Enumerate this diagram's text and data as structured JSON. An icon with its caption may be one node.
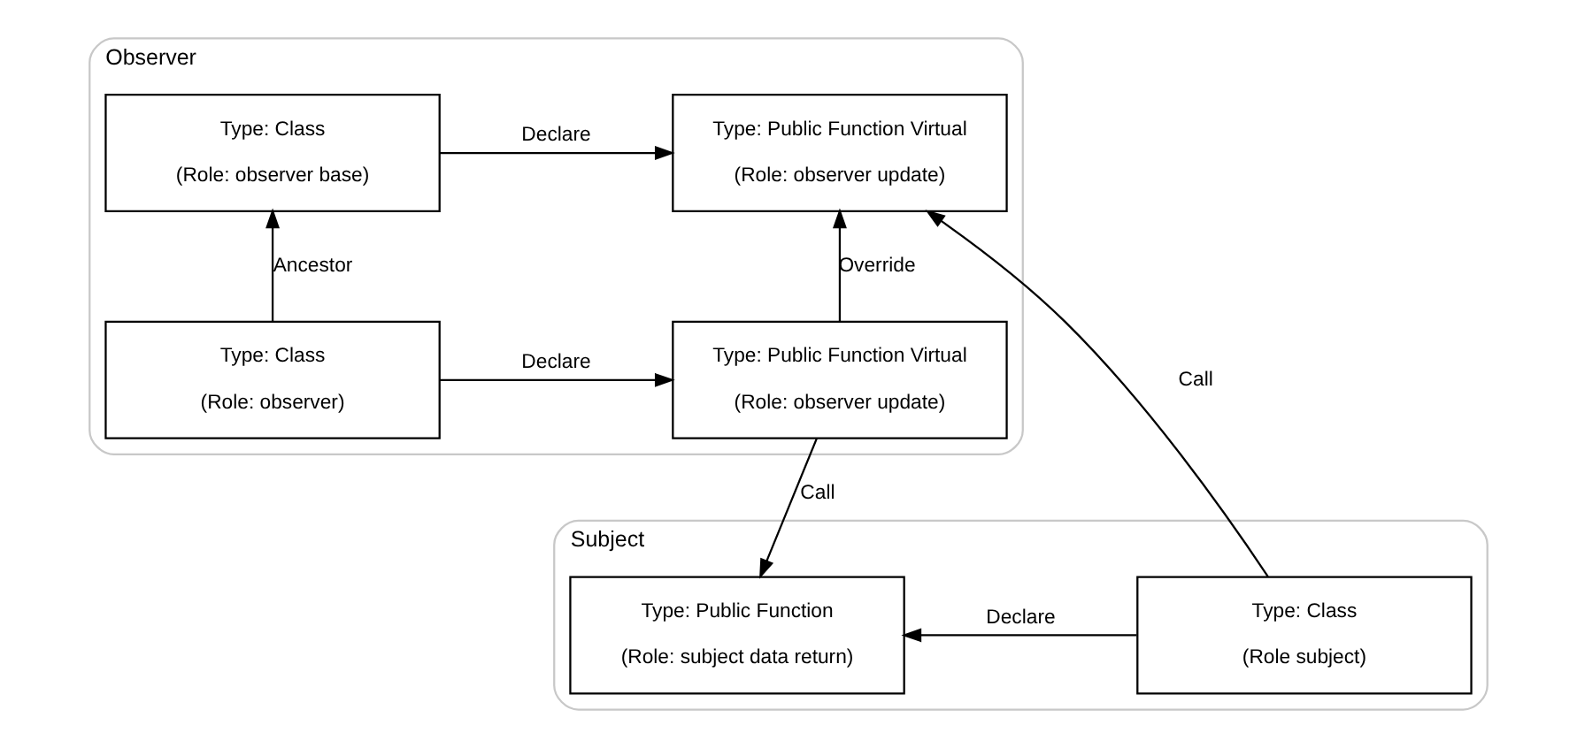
{
  "diagram": {
    "nodes": [
      {
        "text": [
          "Observer"
        ]
      },
      {
        "text": [
          "Type: Class",
          "(Role: observer base)"
        ],
        "in": 0
      },
      {
        "text": [
          "Type: Public Function Virtual",
          "(Role: observer update)"
        ],
        "in": 0
      },
      {
        "text": [
          "Type: Class",
          "(Role: observer)"
        ],
        "in": 0
      },
      {
        "text": [
          "Type: Public Function Virtual",
          "(Role: observer update)"
        ],
        "in": 0
      },
      {
        "text": [
          "Subject"
        ]
      },
      {
        "text": [
          "Type: Public Function",
          "(Role: subject data return)"
        ],
        "in": 5
      },
      {
        "text": [
          "Type: Class",
          "(Role subject)"
        ],
        "in": 5
      }
    ],
    "edges": [
      {
        "from": 1,
        "to": 2,
        "arrow": "to",
        "label": "Declare"
      },
      {
        "from": 3,
        "to": 1,
        "arrow": "to",
        "label": "Ancestor"
      },
      {
        "from": 4,
        "to": 2,
        "arrow": "to",
        "label": "Override"
      },
      {
        "from": 3,
        "to": 4,
        "arrow": "to",
        "label": "Declare"
      },
      {
        "from": 7,
        "to": 2,
        "arrow": "to",
        "label": "Call"
      },
      {
        "from": 4,
        "to": 6,
        "arrow": "to",
        "label": "Call"
      },
      {
        "from": 7,
        "to": 6,
        "arrow": "to",
        "label": "Declare"
      }
    ]
  }
}
